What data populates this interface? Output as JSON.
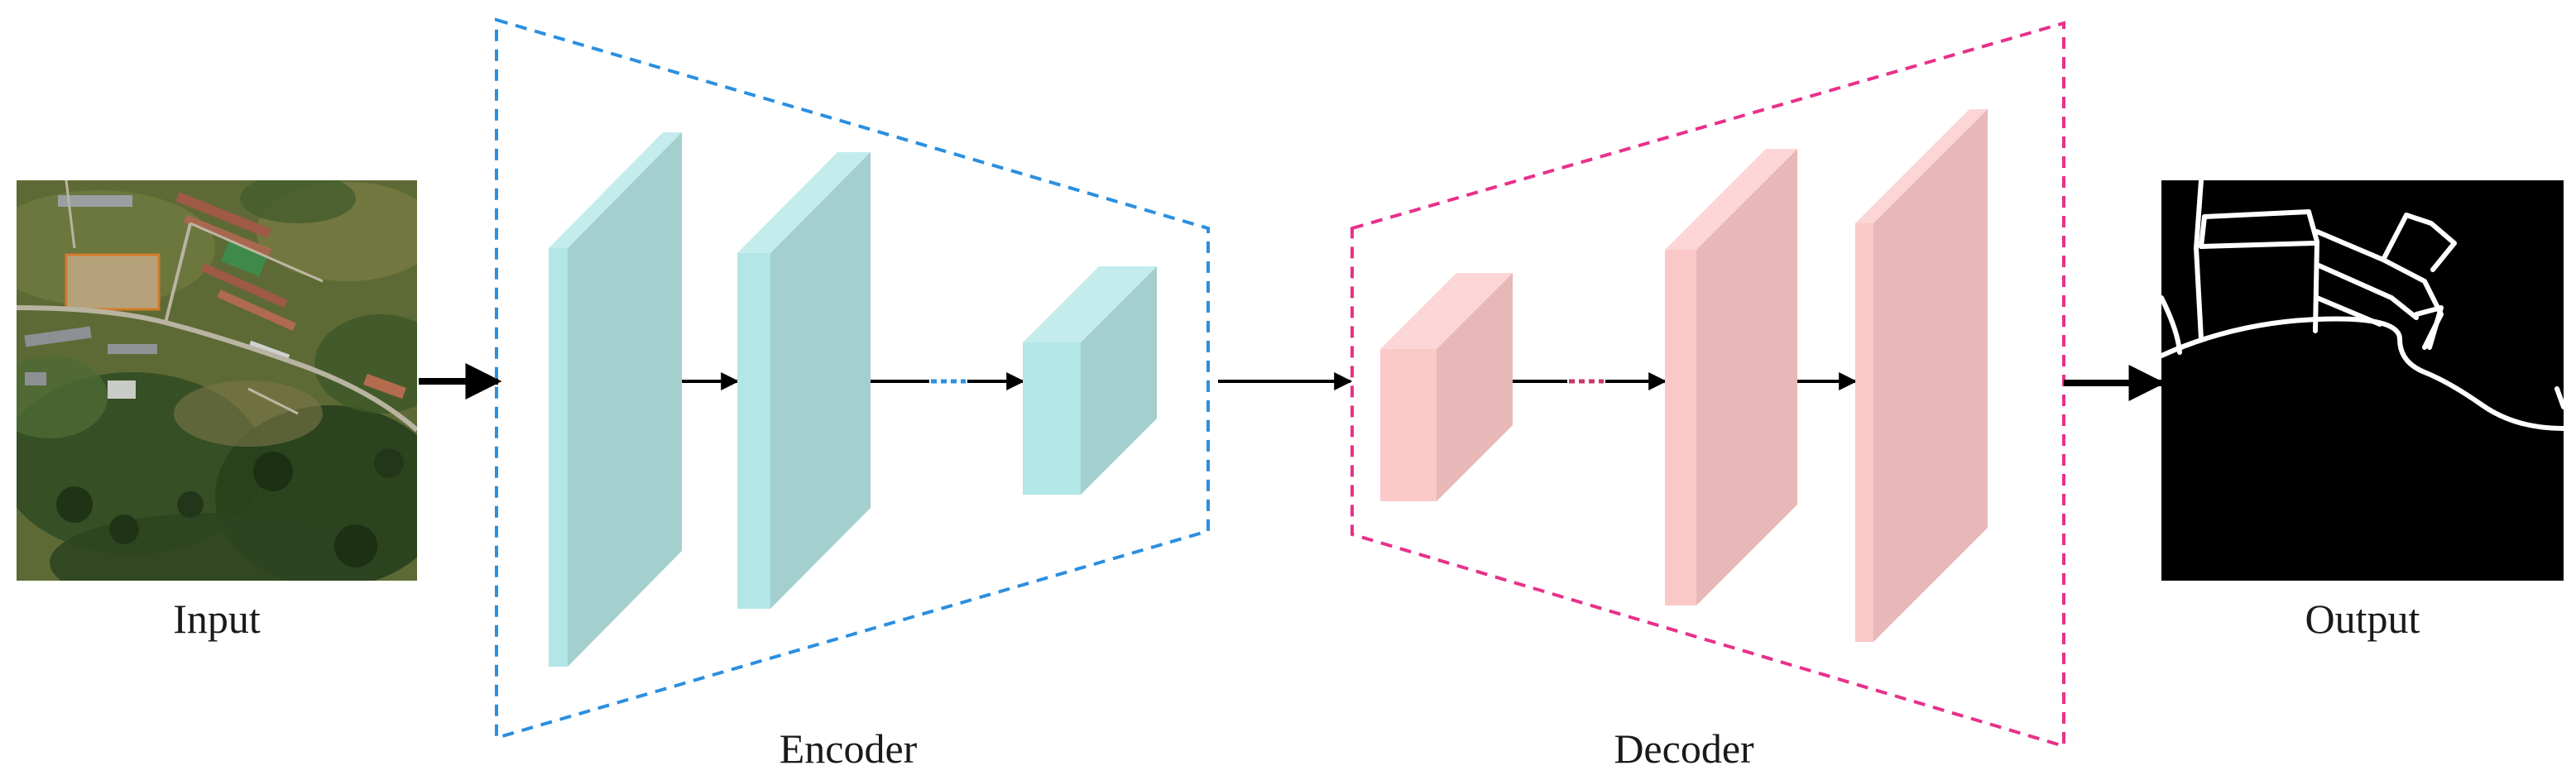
{
  "labels": {
    "input": "Input",
    "output": "Output",
    "encoder": "Encoder",
    "decoder": "Decoder"
  },
  "colors": {
    "encoder_outline": "#2b8fe0",
    "decoder_outline": "#e8318a",
    "encoder_block_front": "#b3e6e6",
    "encoder_block_side": "#a3cfcf",
    "decoder_block_front": "#fbc8c8",
    "decoder_block_side": "#e8b7b7",
    "arrow": "#000000",
    "output_background": "#000000",
    "road_lines": "#ffffff"
  },
  "images": {
    "input": "satellite-aerial-image",
    "output": "road-segmentation-mask"
  }
}
